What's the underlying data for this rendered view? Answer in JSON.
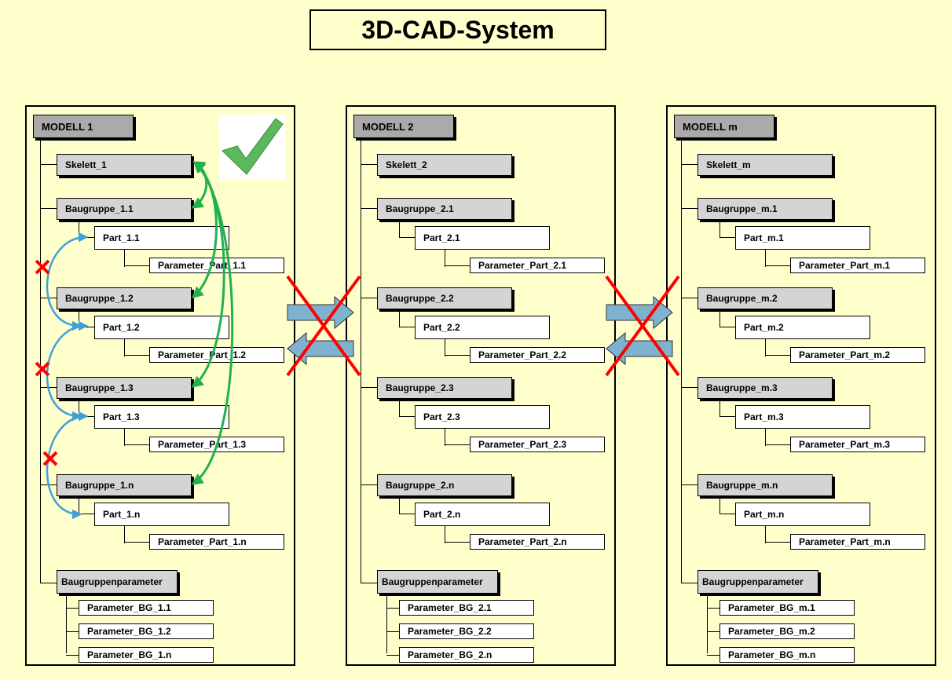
{
  "title": "3D-CAD-System",
  "models": [
    {
      "name": "MODELL 1",
      "skelett": "Skelett_1",
      "groups": [
        {
          "bg": "Baugruppe_1.1",
          "part": "Part_1.1",
          "param": "Parameter_Part_1.1"
        },
        {
          "bg": "Baugruppe_1.2",
          "part": "Part_1.2",
          "param": "Parameter_Part_1.2"
        },
        {
          "bg": "Baugruppe_1.3",
          "part": "Part_1.3",
          "param": "Parameter_Part_1.3"
        },
        {
          "bg": "Baugruppe_1.n",
          "part": "Part_1.n",
          "param": "Parameter_Part_1.n"
        }
      ],
      "bgparam_label": "Baugruppenparameter",
      "bgparams": [
        "Parameter_BG_1.1",
        "Parameter_BG_1.2",
        "Parameter_BG_1.n"
      ]
    },
    {
      "name": "MODELL 2",
      "skelett": "Skelett_2",
      "groups": [
        {
          "bg": "Baugruppe_2.1",
          "part": "Part_2.1",
          "param": "Parameter_Part_2.1"
        },
        {
          "bg": "Baugruppe_2.2",
          "part": "Part_2.2",
          "param": "Parameter_Part_2.2"
        },
        {
          "bg": "Baugruppe_2.3",
          "part": "Part_2.3",
          "param": "Parameter_Part_2.3"
        },
        {
          "bg": "Baugruppe_2.n",
          "part": "Part_2.n",
          "param": "Parameter_Part_2.n"
        }
      ],
      "bgparam_label": "Baugruppenparameter",
      "bgparams": [
        "Parameter_BG_2.1",
        "Parameter_BG_2.2",
        "Parameter_BG_2.n"
      ]
    },
    {
      "name": "MODELL m",
      "skelett": "Skelett_m",
      "groups": [
        {
          "bg": "Baugruppe_m.1",
          "part": "Part_m.1",
          "param": "Parameter_Part_m.1"
        },
        {
          "bg": "Baugruppe_m.2",
          "part": "Part_m.2",
          "param": "Parameter_Part_m.2"
        },
        {
          "bg": "Baugruppe_m.3",
          "part": "Part_m.3",
          "param": "Parameter_Part_m.3"
        },
        {
          "bg": "Baugruppe_m.n",
          "part": "Part_m.n",
          "param": "Parameter_Part_m.n"
        }
      ],
      "bgparam_label": "Baugruppenparameter",
      "bgparams": [
        "Parameter_BG_m.1",
        "Parameter_BG_m.2",
        "Parameter_BG_m.n"
      ]
    }
  ],
  "icons": {
    "allowed": "checkmark-icon",
    "forbidden": "red-cross-icon",
    "transfer": "double-arrow-icon"
  },
  "colors": {
    "background": "#ffffcc",
    "skeleton_link": "#22b14c",
    "part_link": "#3fa0d8",
    "forbidden": "#ff0000",
    "check": "#5cb85c",
    "transfer_arrow": "#7fb2cf"
  }
}
